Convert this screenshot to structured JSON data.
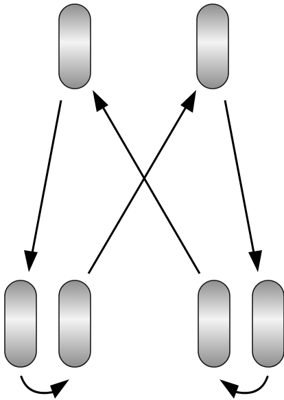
{
  "diagram": {
    "background": "#ffffff",
    "shape_fill_light": "#f4f4f4",
    "shape_fill_dark": "#8e8e8e",
    "outline_color": "#1a1a1a",
    "arrow_color": "#000000",
    "shapes": [
      {
        "id": "top-left-cell"
      },
      {
        "id": "top-right-cell"
      },
      {
        "id": "bottom-left-outer-cell"
      },
      {
        "id": "bottom-left-inner-cell"
      },
      {
        "id": "bottom-right-inner-cell"
      },
      {
        "id": "bottom-right-outer-cell"
      }
    ],
    "connections": [
      {
        "from": "top-left-cell",
        "to": "bottom-left-outer-cell"
      },
      {
        "from": "bottom-left-inner-cell",
        "to": "top-right-cell"
      },
      {
        "from": "bottom-right-inner-cell",
        "to": "top-left-cell"
      },
      {
        "from": "top-right-cell",
        "to": "bottom-right-outer-cell"
      },
      {
        "from": "bottom-left-outer-cell",
        "to": "bottom-left-inner-cell",
        "style": "curved"
      },
      {
        "from": "bottom-right-outer-cell",
        "to": "bottom-right-inner-cell",
        "style": "curved"
      }
    ]
  }
}
